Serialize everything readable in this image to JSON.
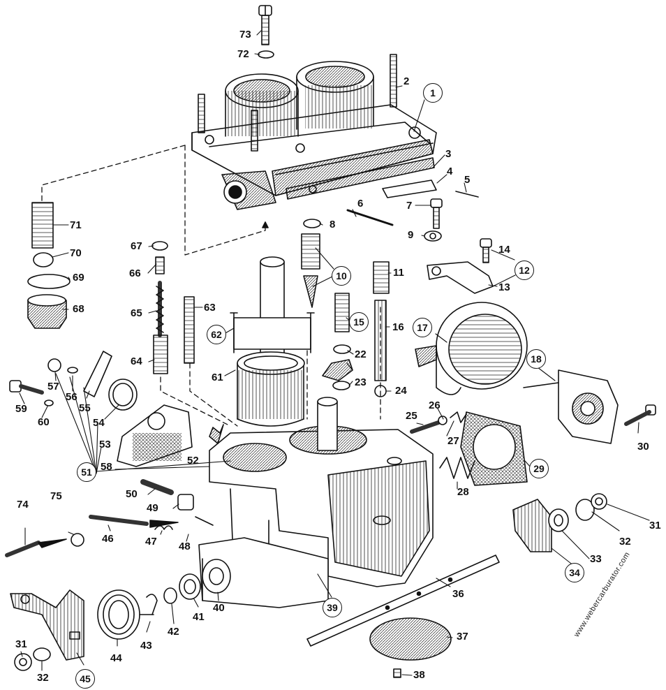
{
  "diagram": {
    "watermark": "www.webercarburator.com",
    "parts": [
      {
        "id": "p1",
        "text": "1",
        "circled": true
      },
      {
        "id": "p2",
        "text": "2",
        "circled": false
      },
      {
        "id": "p3",
        "text": "3",
        "circled": false
      },
      {
        "id": "p4",
        "text": "4",
        "circled": false
      },
      {
        "id": "p5",
        "text": "5",
        "circled": false
      },
      {
        "id": "p6",
        "text": "6",
        "circled": false
      },
      {
        "id": "p7",
        "text": "7",
        "circled": false
      },
      {
        "id": "p8",
        "text": "8",
        "circled": false
      },
      {
        "id": "p9",
        "text": "9",
        "circled": false
      },
      {
        "id": "p10",
        "text": "10",
        "circled": true
      },
      {
        "id": "p11",
        "text": "11",
        "circled": false
      },
      {
        "id": "p12",
        "text": "12",
        "circled": true
      },
      {
        "id": "p13",
        "text": "13",
        "circled": false
      },
      {
        "id": "p14",
        "text": "14",
        "circled": false
      },
      {
        "id": "p15",
        "text": "15",
        "circled": true
      },
      {
        "id": "p16",
        "text": "16",
        "circled": false
      },
      {
        "id": "p17",
        "text": "17",
        "circled": true
      },
      {
        "id": "p18",
        "text": "18",
        "circled": true
      },
      {
        "id": "p22",
        "text": "22",
        "circled": false
      },
      {
        "id": "p23",
        "text": "23",
        "circled": false
      },
      {
        "id": "p24",
        "text": "24",
        "circled": false
      },
      {
        "id": "p25",
        "text": "25",
        "circled": false
      },
      {
        "id": "p26",
        "text": "26",
        "circled": false
      },
      {
        "id": "p27",
        "text": "27",
        "circled": false
      },
      {
        "id": "p28",
        "text": "28",
        "circled": false
      },
      {
        "id": "p29",
        "text": "29",
        "circled": true
      },
      {
        "id": "p30",
        "text": "30",
        "circled": false
      },
      {
        "id": "p31a",
        "text": "31",
        "circled": false
      },
      {
        "id": "p32a",
        "text": "32",
        "circled": false
      },
      {
        "id": "p33",
        "text": "33",
        "circled": false
      },
      {
        "id": "p34",
        "text": "34",
        "circled": true
      },
      {
        "id": "p36",
        "text": "36",
        "circled": false
      },
      {
        "id": "p37",
        "text": "37",
        "circled": false
      },
      {
        "id": "p38",
        "text": "38",
        "circled": false
      },
      {
        "id": "p39",
        "text": "39",
        "circled": true
      },
      {
        "id": "p40",
        "text": "40",
        "circled": false
      },
      {
        "id": "p41",
        "text": "41",
        "circled": false
      },
      {
        "id": "p42",
        "text": "42",
        "circled": false
      },
      {
        "id": "p43",
        "text": "43",
        "circled": false
      },
      {
        "id": "p44",
        "text": "44",
        "circled": false
      },
      {
        "id": "p45",
        "text": "45",
        "circled": true
      },
      {
        "id": "p31b",
        "text": "31",
        "circled": false
      },
      {
        "id": "p32b",
        "text": "32",
        "circled": false
      },
      {
        "id": "p46",
        "text": "46",
        "circled": false
      },
      {
        "id": "p47",
        "text": "47",
        "circled": false
      },
      {
        "id": "p48",
        "text": "48",
        "circled": false
      },
      {
        "id": "p49",
        "text": "49",
        "circled": false
      },
      {
        "id": "p50",
        "text": "50",
        "circled": false
      },
      {
        "id": "p51",
        "text": "51",
        "circled": true
      },
      {
        "id": "p52",
        "text": "52",
        "circled": false
      },
      {
        "id": "p53",
        "text": "53",
        "circled": false
      },
      {
        "id": "p54",
        "text": "54",
        "circled": false
      },
      {
        "id": "p55",
        "text": "55",
        "circled": false
      },
      {
        "id": "p56",
        "text": "56",
        "circled": false
      },
      {
        "id": "p57",
        "text": "57",
        "circled": false
      },
      {
        "id": "p58",
        "text": "58",
        "circled": false
      },
      {
        "id": "p59",
        "text": "59",
        "circled": false
      },
      {
        "id": "p60",
        "text": "60",
        "circled": false
      },
      {
        "id": "p61",
        "text": "61",
        "circled": false
      },
      {
        "id": "p62",
        "text": "62",
        "circled": true
      },
      {
        "id": "p63",
        "text": "63",
        "circled": false
      },
      {
        "id": "p64",
        "text": "64",
        "circled": false
      },
      {
        "id": "p65",
        "text": "65",
        "circled": false
      },
      {
        "id": "p66",
        "text": "66",
        "circled": false
      },
      {
        "id": "p67",
        "text": "67",
        "circled": false
      },
      {
        "id": "p68",
        "text": "68",
        "circled": false
      },
      {
        "id": "p69",
        "text": "69",
        "circled": false
      },
      {
        "id": "p70",
        "text": "70",
        "circled": false
      },
      {
        "id": "p71",
        "text": "71",
        "circled": false
      },
      {
        "id": "p72",
        "text": "72",
        "circled": false
      },
      {
        "id": "p73",
        "text": "73",
        "circled": false
      },
      {
        "id": "p74",
        "text": "74",
        "circled": false
      },
      {
        "id": "p75",
        "text": "75",
        "circled": false
      }
    ]
  }
}
